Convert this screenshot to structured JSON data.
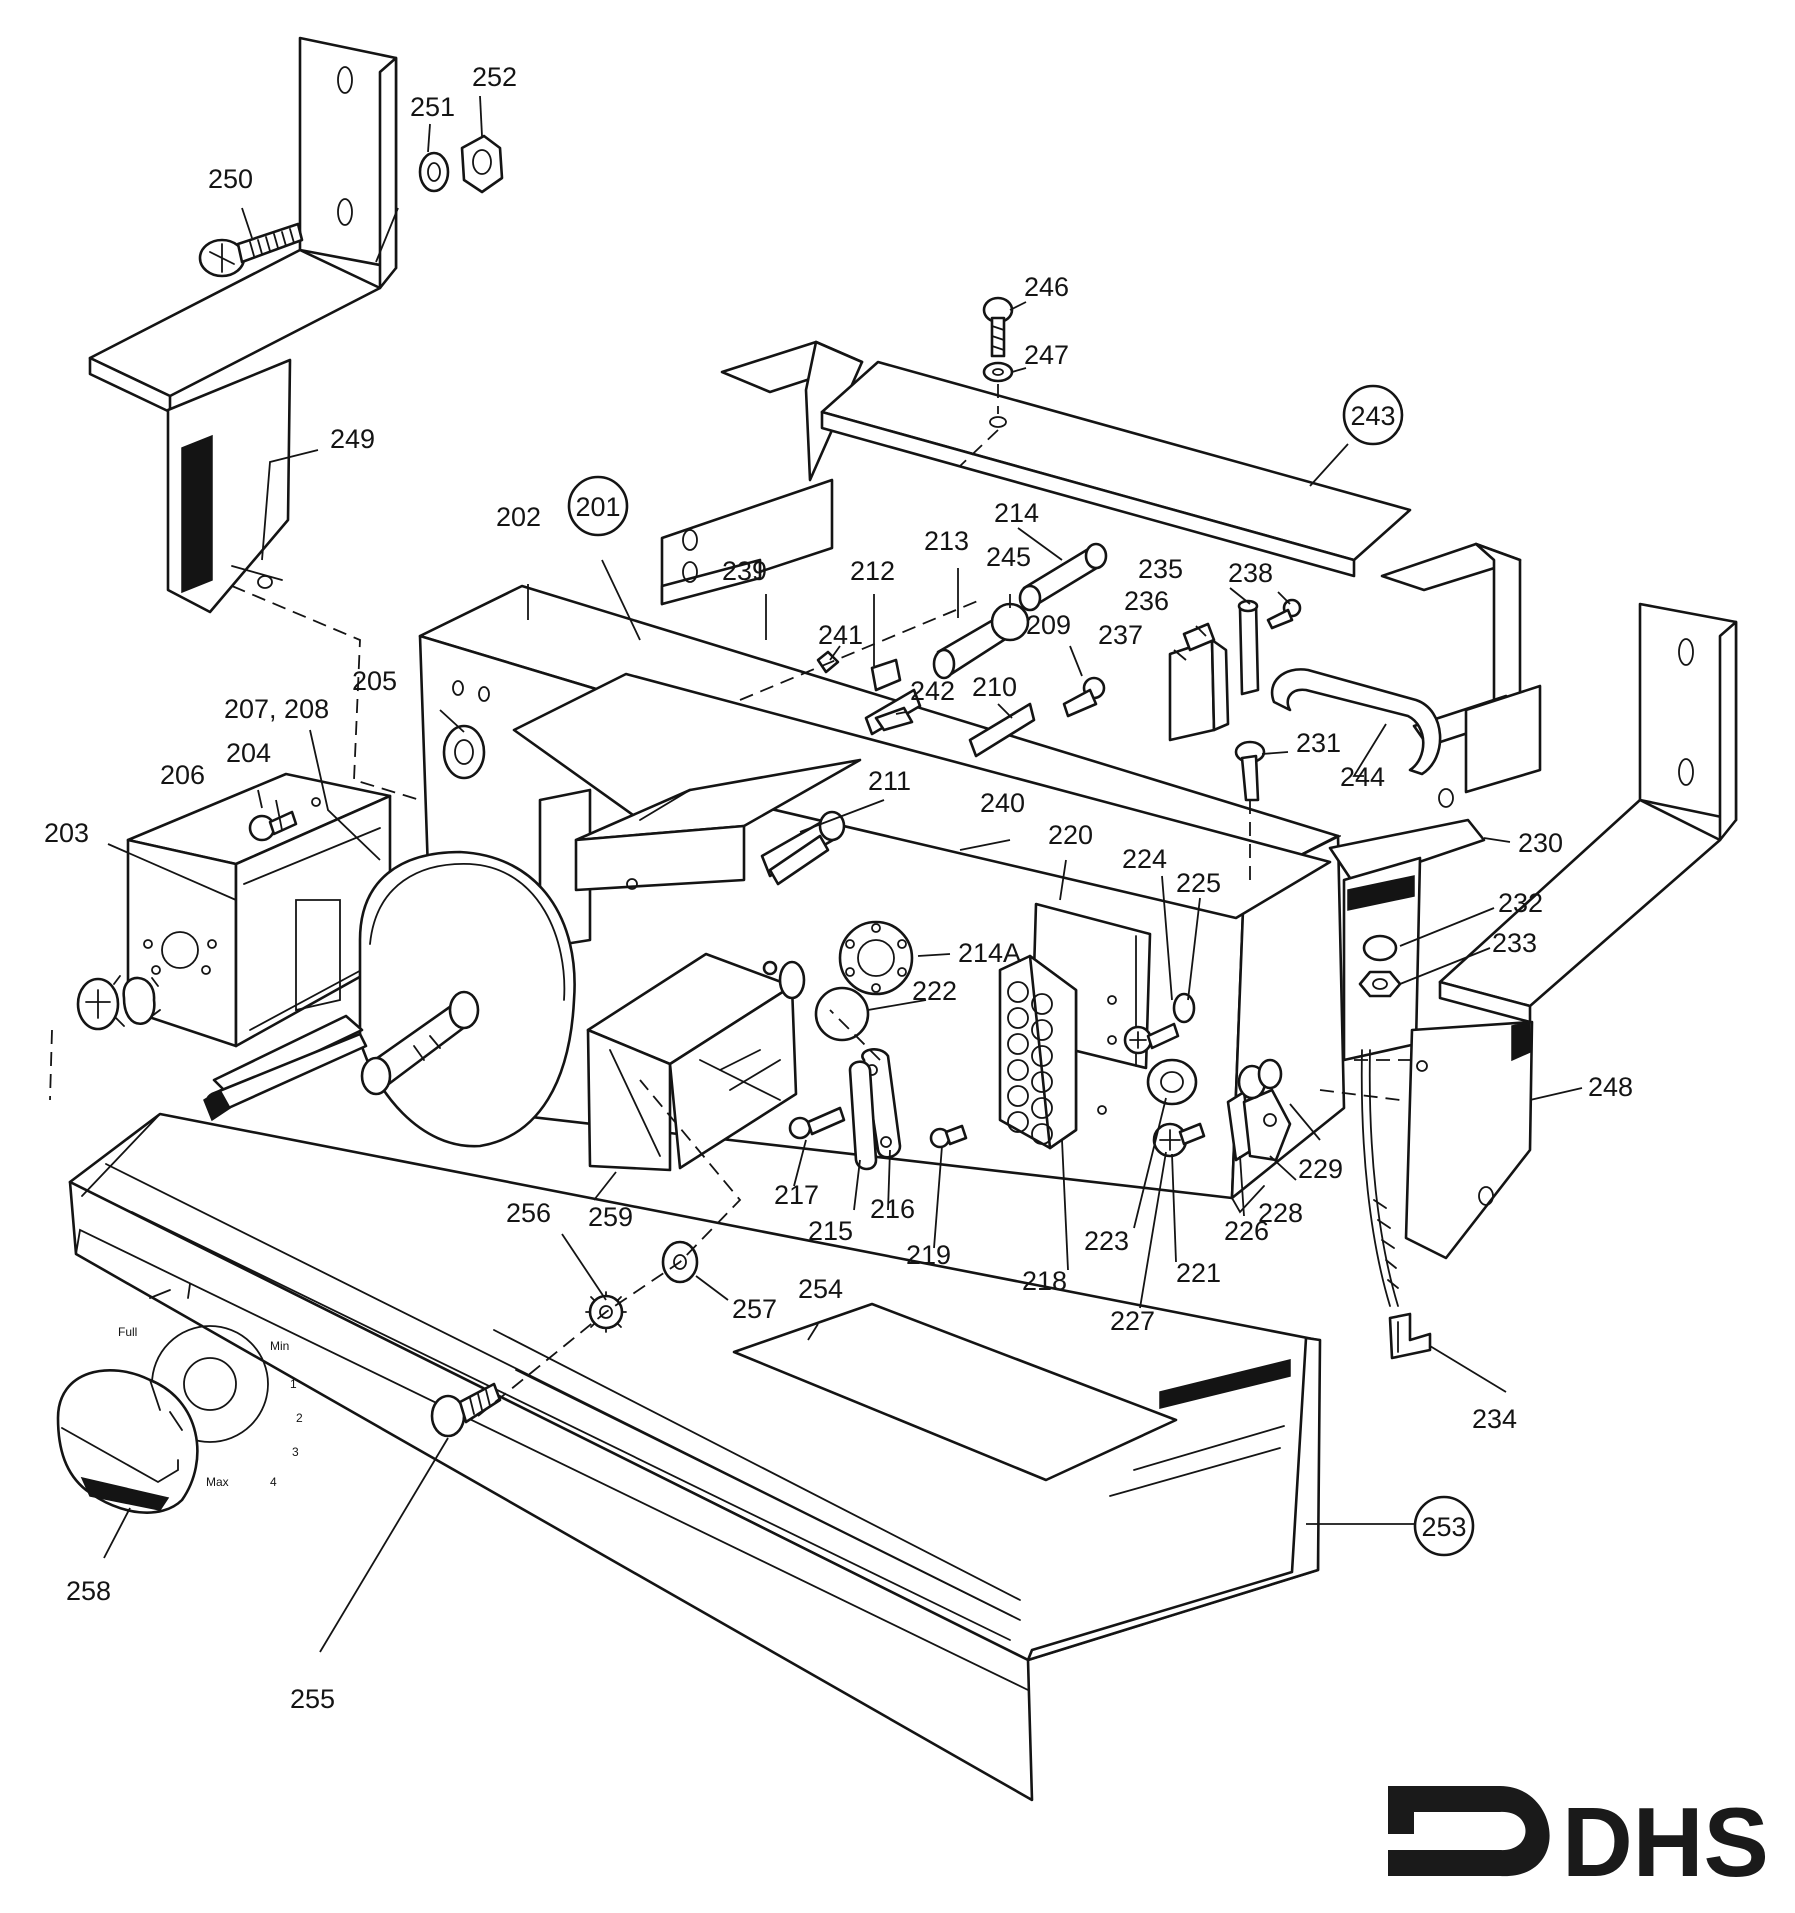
{
  "callouts": {
    "c201": "201",
    "c202": "202",
    "c203": "203",
    "c204": "204",
    "c205": "205",
    "c206": "206",
    "c207": "207, 208",
    "c209": "209",
    "c210": "210",
    "c211": "211",
    "c212": "212",
    "c213": "213",
    "c214": "214",
    "c214a": "214A",
    "c215": "215",
    "c216": "216",
    "c217": "217",
    "c218": "218",
    "c219": "219",
    "c220": "220",
    "c221": "221",
    "c222": "222",
    "c223": "223",
    "c224": "224",
    "c225": "225",
    "c226": "226",
    "c227": "227",
    "c228": "228",
    "c229": "229",
    "c230": "230",
    "c231": "231",
    "c232": "232",
    "c233": "233",
    "c234": "234",
    "c235": "235",
    "c236": "236",
    "c237": "237",
    "c238": "238",
    "c239": "239",
    "c240": "240",
    "c241": "241",
    "c242": "242",
    "c243": "243",
    "c244": "244",
    "c245": "245",
    "c246": "246",
    "c247": "247",
    "c248": "248",
    "c249": "249",
    "c250": "250",
    "c251": "251",
    "c252": "252",
    "c253": "253",
    "c254": "254",
    "c255": "255",
    "c256": "256",
    "c257": "257",
    "c258": "258",
    "c259": "259"
  },
  "panel": {
    "full": "Full",
    "min": "Min",
    "s1": "1",
    "s2": "2",
    "s3": "3",
    "s4": "4",
    "max": "Max"
  },
  "logo": {
    "text": "DHS"
  }
}
